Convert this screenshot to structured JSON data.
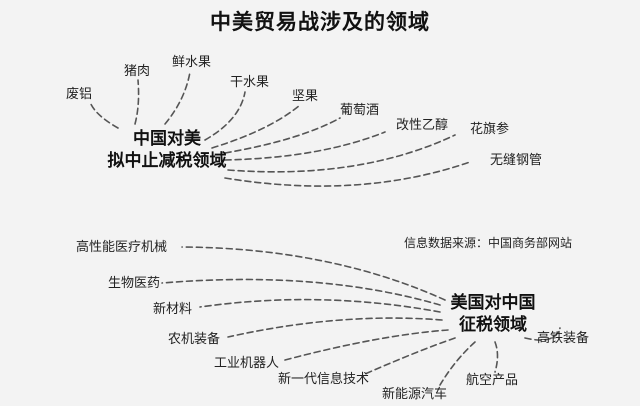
{
  "title": "中美贸易战涉及的领域",
  "china_hub": {
    "line1": "中国对美",
    "line2": "拟中止减税领域"
  },
  "china_items": [
    "废铝",
    "猪肉",
    "鲜水果",
    "干水果",
    "坚果",
    "葡萄酒",
    "改性乙醇",
    "花旗参",
    "无缝钢管"
  ],
  "us_hub": {
    "line1": "美国对中国",
    "line2": "征税领域"
  },
  "us_items": [
    "高性能医疗机械",
    "生物医药",
    "新材料",
    "农机装备",
    "工业机器人",
    "新一代信息技术",
    "新能源汽车",
    "航空产品",
    "高铁装备"
  ],
  "source_label": "信息数据来源：中国商务部网站"
}
